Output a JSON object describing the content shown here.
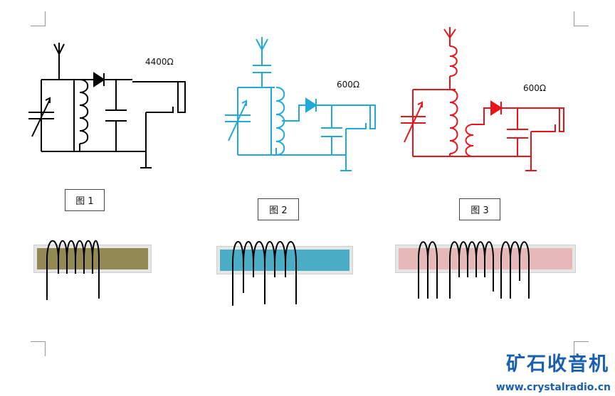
{
  "figures": [
    {
      "label": "图 1",
      "resistance": "4400Ω",
      "color": "#000000",
      "bar_color": "#938953"
    },
    {
      "label": "图 2",
      "resistance": "600Ω",
      "color": "#1eaadc",
      "bar_color": "#4bacc6"
    },
    {
      "label": "图 3",
      "resistance": "600Ω",
      "color": "#e8141a",
      "bar_color": "#e6b9b8"
    }
  ],
  "watermark": {
    "text": "矿石收音机",
    "url": "www.crystalradio.cn"
  },
  "icons": [
    "antenna-icon",
    "variable-capacitor-icon",
    "coil-icon",
    "diode-icon",
    "capacitor-icon",
    "headphone-icon",
    "ground-icon"
  ]
}
